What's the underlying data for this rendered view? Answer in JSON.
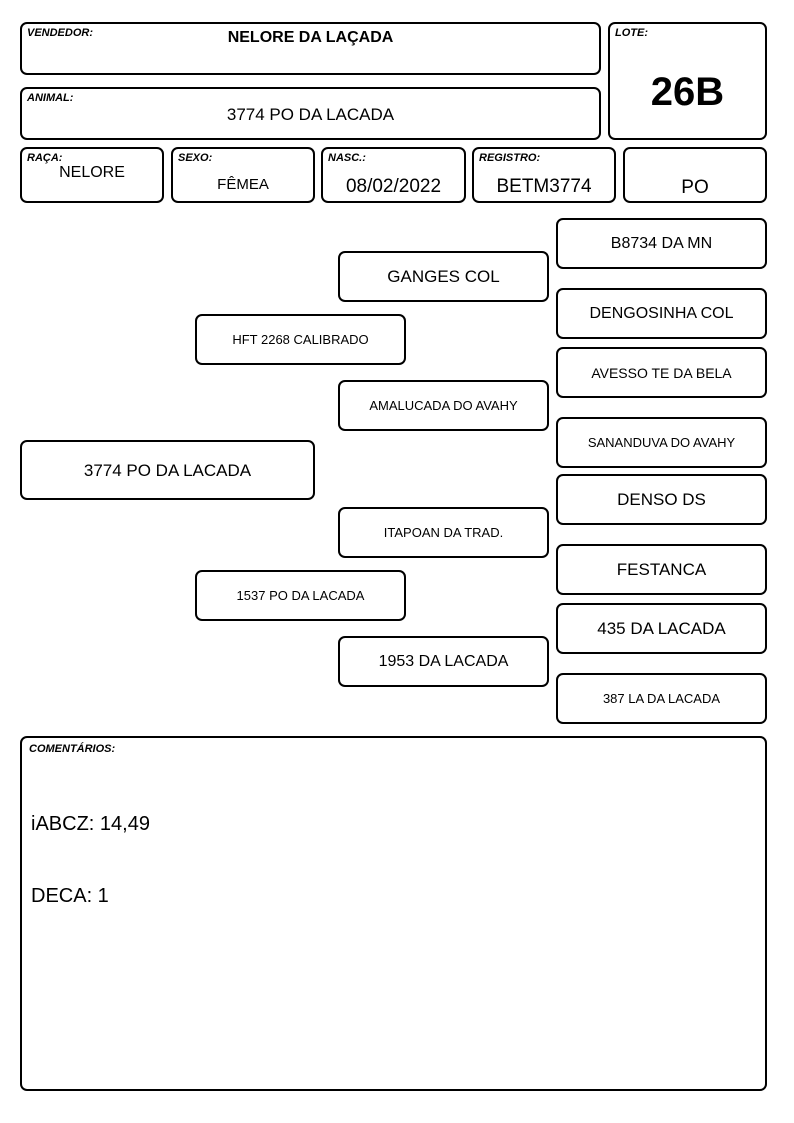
{
  "header": {
    "vendor_label": "VENDEDOR:",
    "vendor": "NELORE DA LAÇADA",
    "lot_label": "LOTE:",
    "lot": "26B",
    "animal_label": "ANIMAL:",
    "animal": "3774 PO DA LACADA"
  },
  "info": {
    "breed_label": "RAÇA:",
    "breed": "NELORE",
    "sex_label": "SEXO:",
    "sex": "FÊMEA",
    "birth_label": "NASC.:",
    "birth": "08/02/2022",
    "registry_label": "REGISTRO:",
    "registry": "BETM3774",
    "category": "PO"
  },
  "pedigree": {
    "animal": "3774 PO DA LACADA",
    "sire": "HFT 2268 CALIBRADO",
    "dam": "1537 PO DA LACADA",
    "sire_sire": "GANGES COL",
    "sire_dam": "AMALUCADA DO AVAHY",
    "dam_sire": "ITAPOAN DA TRAD.",
    "dam_dam": "1953 DA LACADA",
    "ss_sire": "B8734 DA MN",
    "ss_dam": "DENGOSINHA COL",
    "sd_sire": "AVESSO TE DA BELA",
    "sd_dam": "SANANDUVA DO AVAHY",
    "ds_sire": "DENSO DS",
    "ds_dam": "FESTANCA",
    "dd_sire": "435 DA LACADA",
    "dd_dam": "387 LA DA LACADA"
  },
  "comments": {
    "label": "COMENTÁRIOS:",
    "line1": "iABCZ: 14,49",
    "line2": "DECA: 1"
  }
}
